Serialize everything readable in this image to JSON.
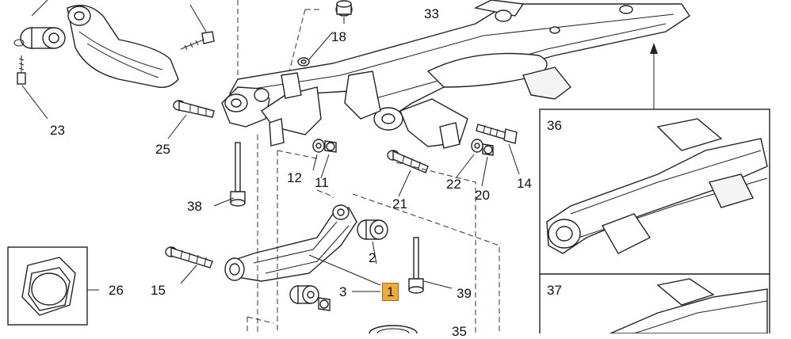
{
  "callouts": {
    "c1": "1",
    "c2": "2",
    "c3": "3",
    "c11": "11",
    "c12": "12",
    "c14": "14",
    "c15": "15",
    "c18": "18",
    "c20": "20",
    "c21": "21",
    "c22": "22",
    "c23": "23",
    "c25": "25",
    "c26": "26",
    "c33": "33",
    "c35": "35",
    "c36": "36",
    "c37": "37",
    "c38": "38",
    "c39": "39"
  },
  "colors": {
    "highlight": "#f2a93b",
    "line": "#222222",
    "background": "#ffffff"
  }
}
